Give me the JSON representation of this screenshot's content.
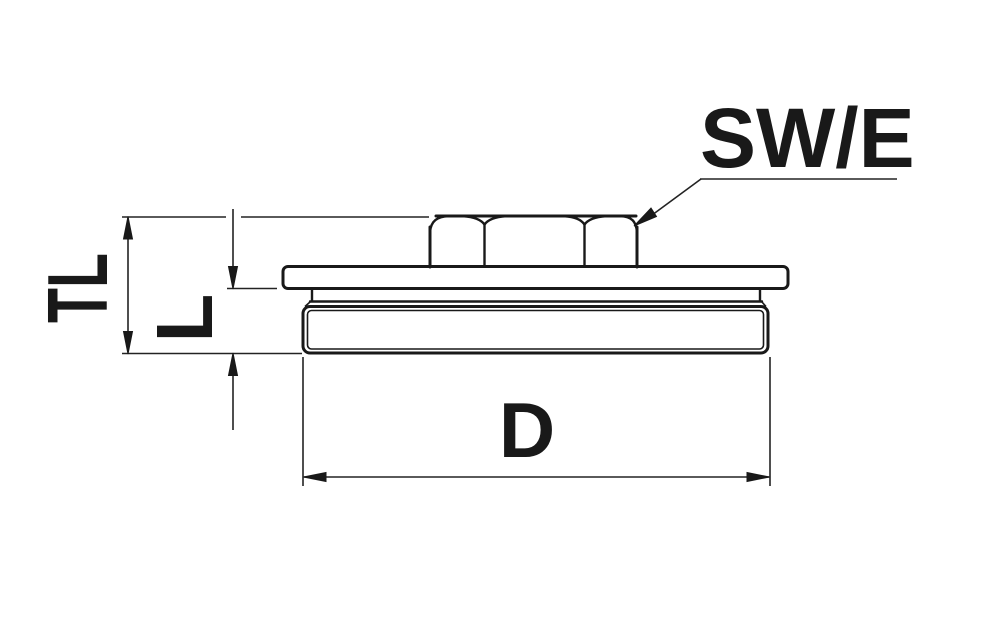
{
  "drawing": {
    "type": "technical-dimension-drawing",
    "subject": "hex-head-screw-plug-side-view",
    "labels": {
      "wrench_size": "SW/E",
      "total_length": "TL",
      "thread_length": "L",
      "diameter": "D"
    },
    "colors": {
      "ink": "#191919",
      "background": "#ffffff"
    }
  }
}
